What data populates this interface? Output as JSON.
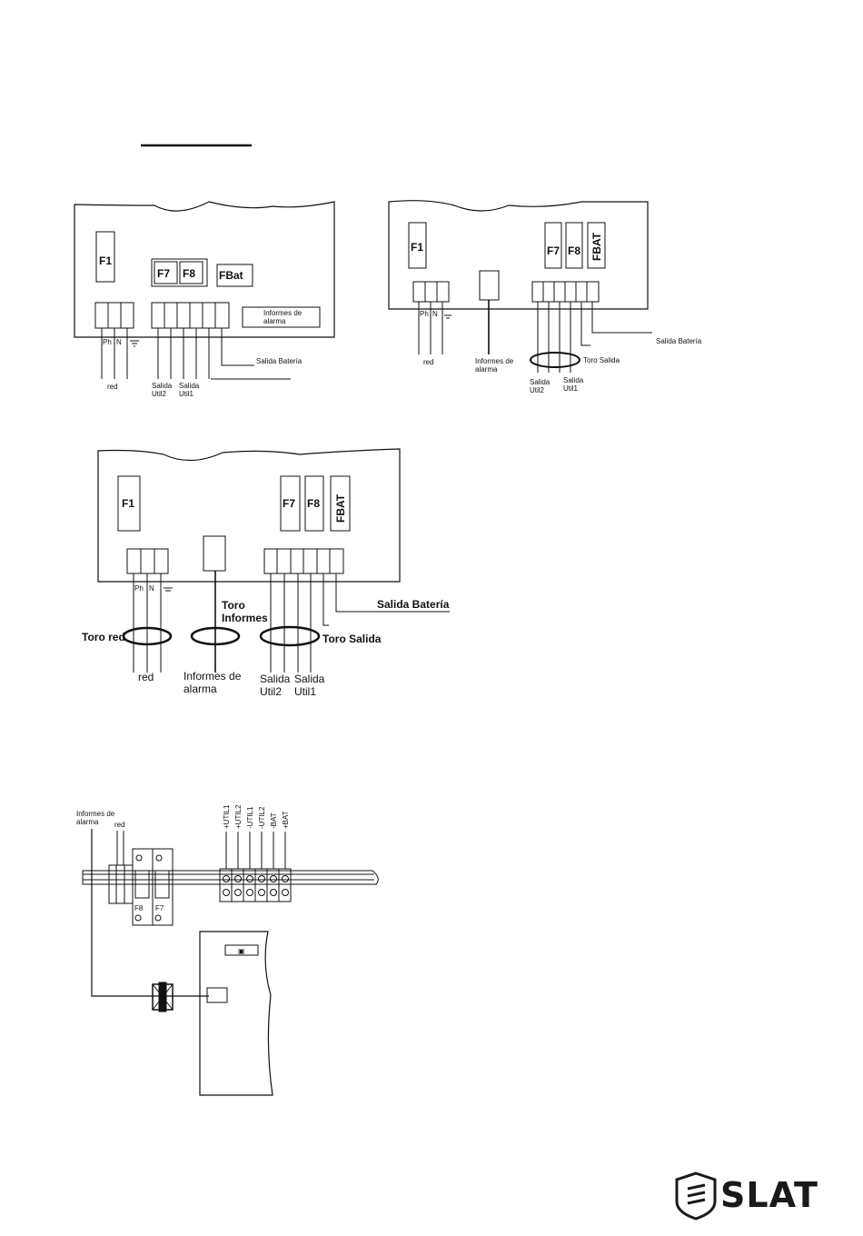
{
  "diagram1": {
    "fuses": [
      "F1",
      "F7",
      "F8",
      "FBat"
    ],
    "terminals": [
      "Ph",
      "N"
    ],
    "informes_box": "Informes de\nalarma",
    "labels": {
      "red": "red",
      "salida_util2": "Salida\nUtil2",
      "salida_util1": "Salida\nUtil1",
      "salida_bateria": "Salida Batería"
    }
  },
  "diagram2": {
    "fuses": [
      "F1",
      "F7",
      "F8",
      "FBAT"
    ],
    "terminals": [
      "Ph",
      "N"
    ],
    "labels": {
      "red": "red",
      "informes": "Informes de\nalarma",
      "salida_util2": "Salida\nUtil2",
      "salida_util1": "Salida\nUtil1",
      "toro_salida": "Toro Salida",
      "salida_bateria": "Salida Batería"
    }
  },
  "diagram3": {
    "fuses": [
      "F1",
      "F7",
      "F8",
      "FBAT"
    ],
    "terminals": [
      "Ph",
      "N"
    ],
    "labels": {
      "toro_red": "Toro red",
      "toro_informes": "Toro\nInformes",
      "toro_salida": "Toro Salida",
      "salida_bateria": "Salida Batería",
      "red": "red",
      "informes": "Informes de\nalarma",
      "salida_util2": "Salida\nUtil2",
      "salida_util1": "Salida\nUtil1"
    }
  },
  "diagram4": {
    "informes": "Informes de\nalarma",
    "red": "red",
    "fuse_labels": [
      "F8",
      "F7"
    ],
    "terminal_labels": [
      "+UTIL1",
      "+UTIL2",
      "-UTIL1",
      "-UTIL2",
      "-BAT",
      "+BAT"
    ]
  },
  "brand": {
    "name": "SLAT"
  }
}
